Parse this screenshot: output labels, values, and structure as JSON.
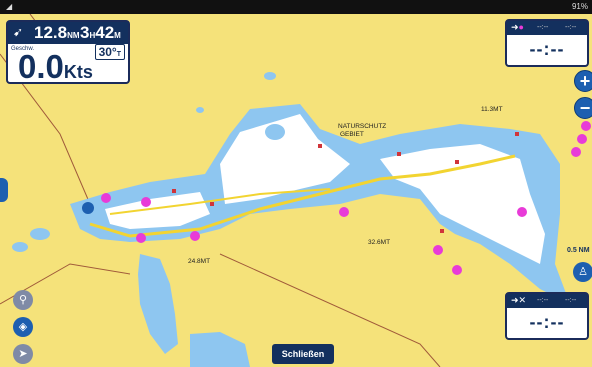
{
  "status_bar": {
    "left_icon": "notification-icon",
    "right_text": "91%"
  },
  "nav_panel": {
    "distance": "12.8",
    "distance_unit": "NM",
    "eta_hours": "3",
    "eta_hours_unit": "H",
    "eta_minutes": "42",
    "eta_minutes_unit": "M",
    "speed_label": "Geschw.",
    "heading": "30°",
    "heading_unit": "T",
    "speed_value": "0.0",
    "speed_unit": "Kts"
  },
  "waypoint_top": {
    "icon": "pink-waypoint-icon",
    "field_a": "--:--",
    "field_b": "--:--",
    "value": "--:--"
  },
  "waypoint_bottom": {
    "icon": "route-waypoint-icon",
    "field_a": "--:--",
    "field_b": "--:--",
    "value": "--:--"
  },
  "map": {
    "labels": {
      "naturschutz_1": "NATURSCHUTZ",
      "naturschutz_2": "GEBIET",
      "depth_1": "11.3MT",
      "depth_2": "32.6MT",
      "depth_3": "24.8MT"
    },
    "scale": "0.5 NM"
  },
  "buttons": {
    "zoom_in": "+",
    "zoom_out": "−",
    "close": "Schließen"
  },
  "colors": {
    "land": "#f5e27a",
    "shallow_water": "#8ec6f0",
    "deep_water": "#ffffff",
    "route": "#f2d431",
    "panel_dark": "#13305e",
    "accent_blue": "#1d5fb0",
    "marker_pink": "#e83bd8"
  }
}
